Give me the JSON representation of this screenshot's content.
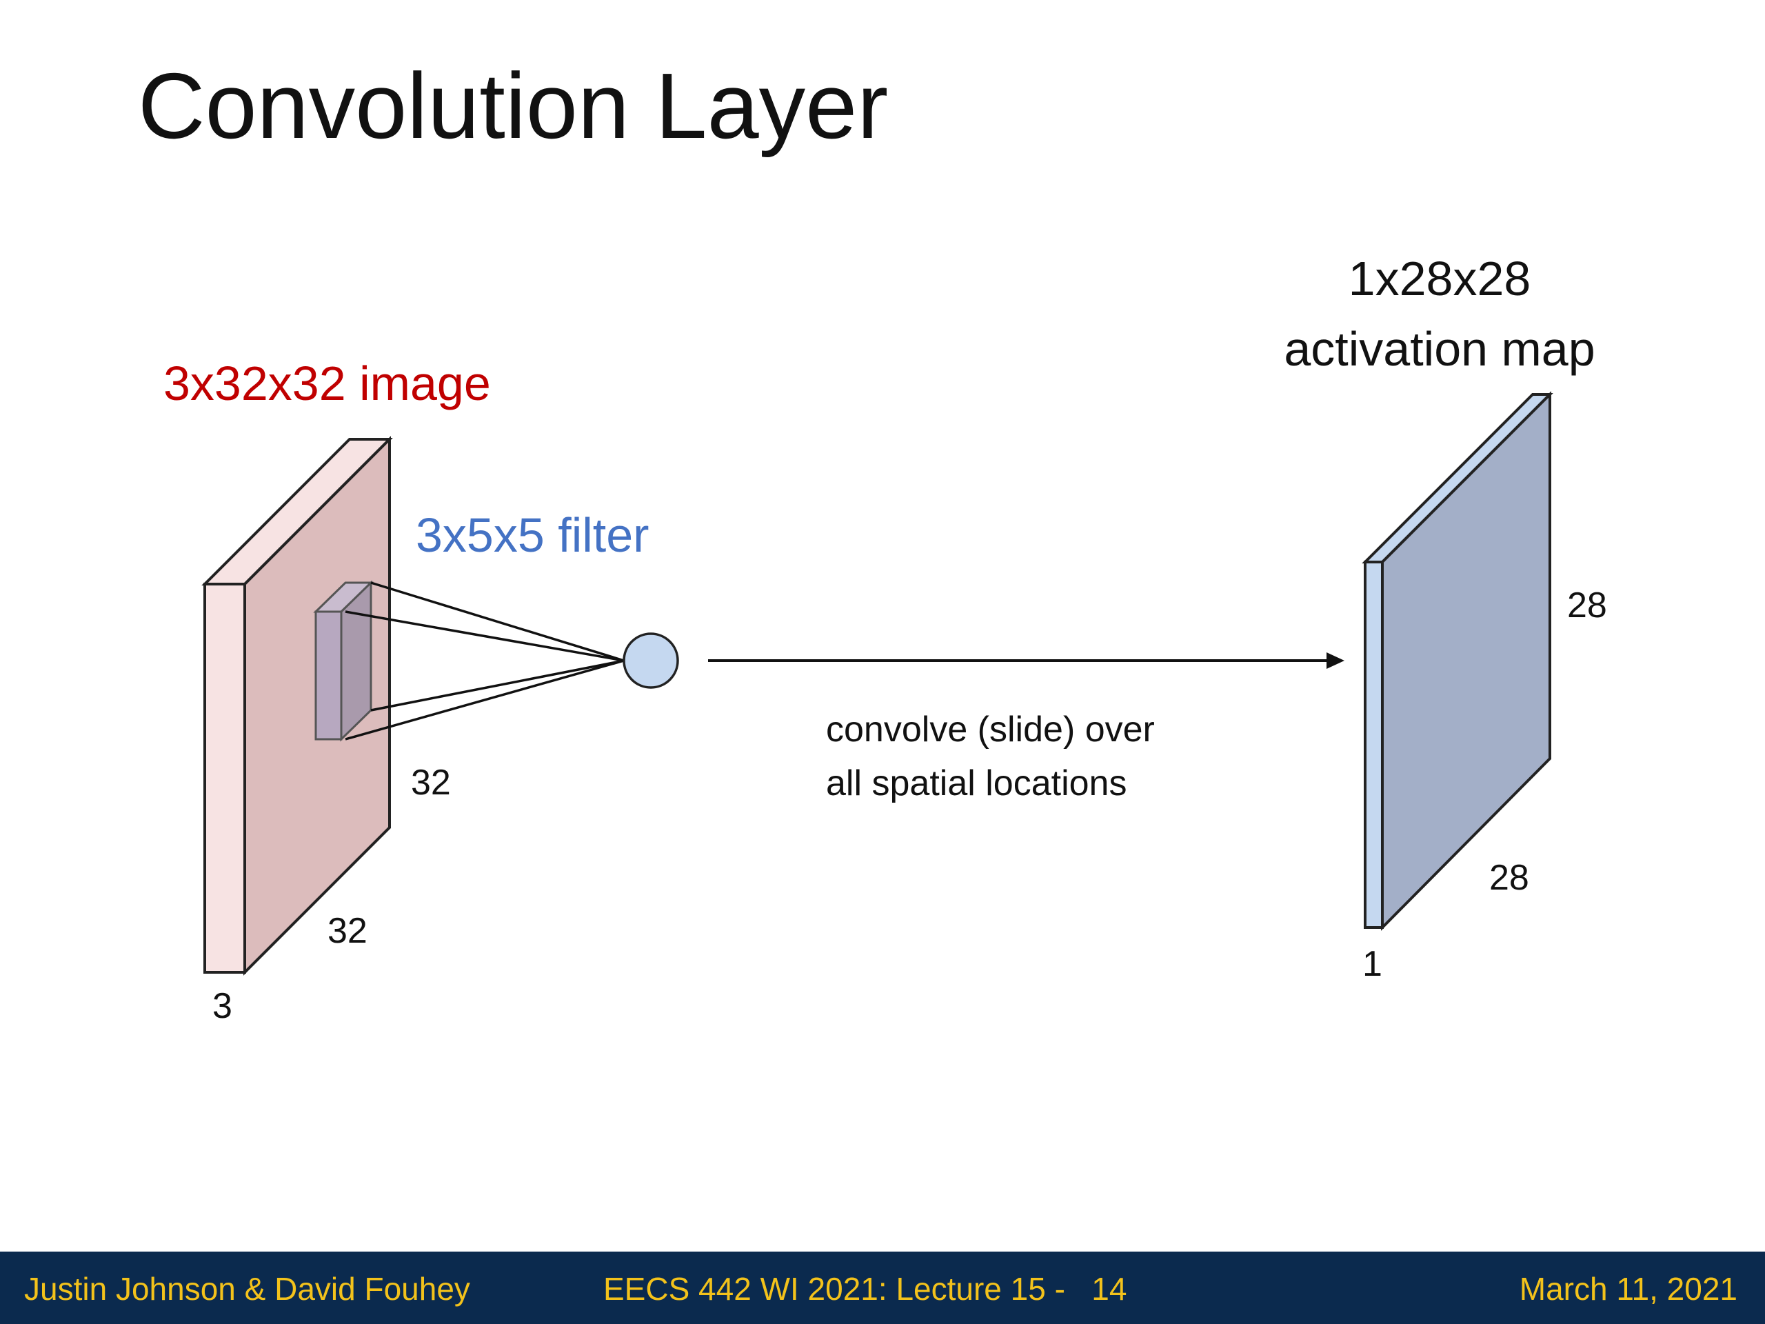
{
  "slide": {
    "title": "Convolution Layer"
  },
  "diagram": {
    "input_label": "3x32x32 image",
    "filter_label": "3x5x5 filter",
    "output_label_line1": "1x28x28",
    "output_label_line2": "activation map",
    "input_dims": {
      "height": "32",
      "width": "32",
      "depth": "3"
    },
    "output_dims": {
      "height": "28",
      "width": "28",
      "depth": "1"
    },
    "arrow_caption_line1": "convolve (slide) over",
    "arrow_caption_line2": "all spatial locations",
    "colors": {
      "input_label": "#c00000",
      "filter_label": "#4472c4",
      "input_front": "#f7e3e3",
      "input_side": "#dcbcbc",
      "filter_box": "#b7a8c0",
      "neuron": "#c5d8f0",
      "output_front": "#c5d8f0",
      "output_side": "#a3afc8"
    }
  },
  "footer": {
    "authors": "Justin Johnson & David Fouhey",
    "course": "EECS 442 WI 2021: Lecture 15 -   14",
    "date": "March 11, 2021",
    "background": "#0b2a4e",
    "text_color": "#f3c21b"
  }
}
